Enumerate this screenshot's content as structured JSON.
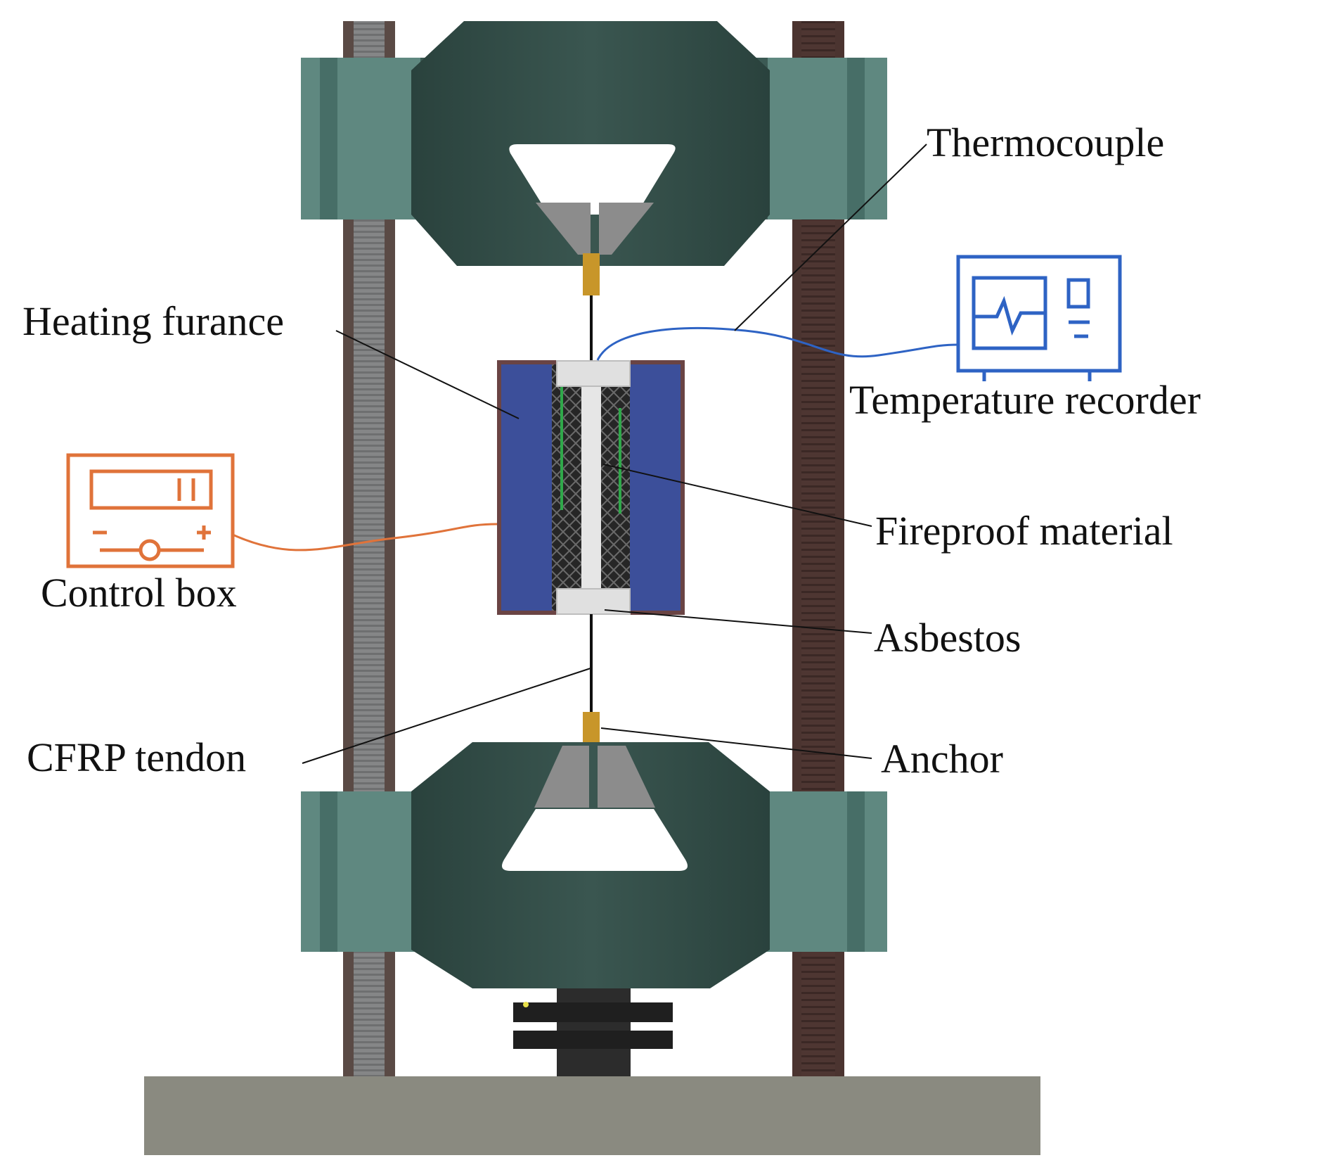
{
  "labels": {
    "thermocouple": "Thermocouple",
    "heating_furnace": "Heating furance",
    "temperature_recorder": "Temperature recorder",
    "fireproof_material": "Fireproof material",
    "control_box": "Control box",
    "asbestos": "Asbestos",
    "cfrp_tendon": "CFRP tendon",
    "anchor": "Anchor"
  },
  "colors": {
    "frame_green": "#2f4a44",
    "frame_highlight": "#5f8880",
    "left_column": "#7e7f80",
    "right_column": "#4b3430",
    "base": "#8a8a80",
    "furnace_blue": "#3c4f9a",
    "control_orange": "#e0733a",
    "recorder_blue": "#2e63c4",
    "anchor_gold": "#c8962a"
  },
  "icons": {
    "control_box": "control-box-icon",
    "temperature_recorder": "monitor-icon"
  }
}
